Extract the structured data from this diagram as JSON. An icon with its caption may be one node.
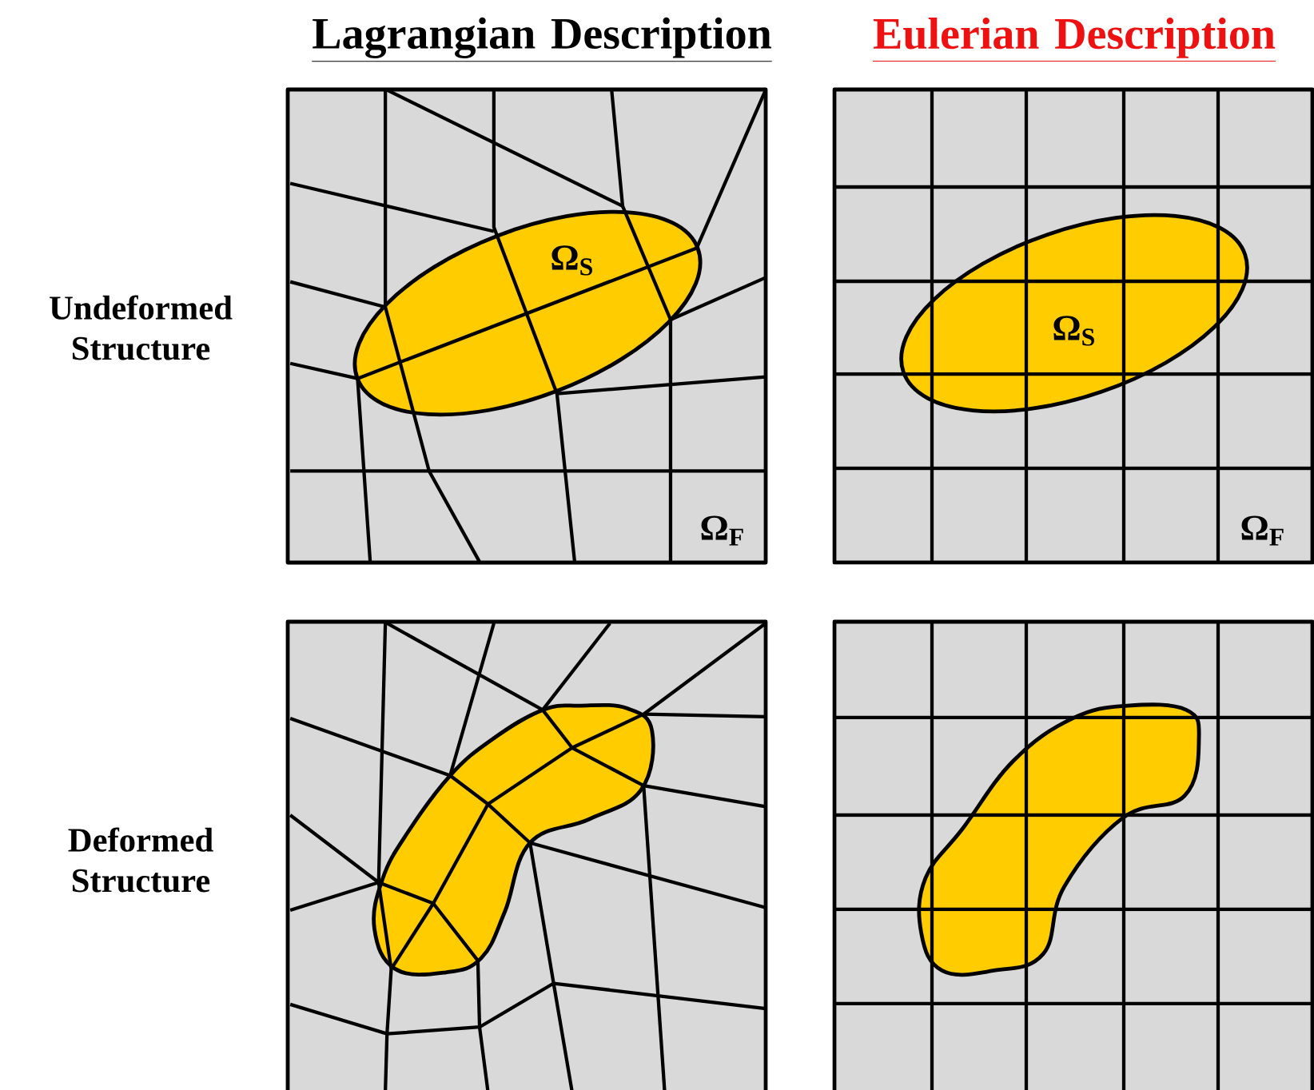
{
  "diagram": {
    "nodes": [
      {
        "text": [
          "Ω$_{F}$"
        ]
      },
      {
        "text": [
          "Ω$_{S}$"
        ],
        "in": 0
      },
      {
        "text": [
          "Ω$_{F}$"
        ]
      },
      {
        "text": [
          "Ω$_{S}$"
        ],
        "in": 2
      },
      {
        "text": [],
        "shape": "box"
      },
      {
        "text": [],
        "shape": "blob",
        "in": 4
      },
      {
        "text": [],
        "shape": "box"
      },
      {
        "text": [],
        "shape": "blob",
        "in": 6
      }
    ],
    "labels": [
      "Lagrangian Description",
      "Eulerian Description",
      "Undeformed Structure",
      "Deformed Structure"
    ]
  }
}
